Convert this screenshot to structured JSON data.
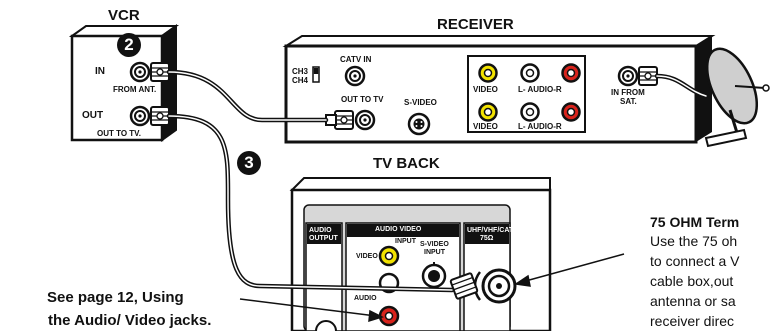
{
  "devices": {
    "vcr": {
      "title": "VCR",
      "in_label": "IN",
      "from_ant_label": "FROM ANT.",
      "out_label": "OUT",
      "out_to_tv_label": "OUT TO TV."
    },
    "receiver": {
      "title": "RECEIVER",
      "ch3_label": "CH3",
      "ch4_label": "CH4",
      "catv_in_label": "CATV IN",
      "out_to_tv_label": "OUT TO TV",
      "s_video_label": "S-VIDEO",
      "video_label_top": "VIDEO",
      "audio_label_top": "L- AUDIO-R",
      "video_label_bottom": "VIDEO",
      "audio_label_bottom": "L- AUDIO-R",
      "in_from_sat_label_1": "IN FROM",
      "in_from_sat_label_2": "SAT."
    },
    "tv": {
      "title": "TV BACK",
      "audio_output_1": "AUDIO",
      "audio_output_2": "OUTPUT",
      "av_input_1": "AUDIO VIDEO",
      "av_input_2": "INPUT",
      "video_label": "VIDEO",
      "svideo_1": "S-VIDEO",
      "svideo_2": "INPUT",
      "audio_label": "AUDIO",
      "uhf_1": "UHF/VHF/CATV",
      "uhf_2": "75Ω"
    }
  },
  "steps": {
    "step2": "2",
    "step3": "3"
  },
  "notes": {
    "terminal_title": "75 OHM Term",
    "terminal_lines": [
      "Use the 75 oh",
      "to connect a V",
      "cable box,out",
      "antenna or sa",
      "receiver direc"
    ],
    "see_page_line1": "See page 12, Using",
    "see_page_line2": "the Audio/ Video jacks."
  },
  "colors": {
    "yellow_jack": "#f2e200",
    "red_jack": "#d9231c",
    "panel_gray": "#d7d7d7",
    "line": "#111111"
  },
  "icons": [
    "coax-connector-icon",
    "satellite-dish-icon",
    "arrow-icon",
    "rca-jack-icon",
    "svideo-jack-icon"
  ]
}
